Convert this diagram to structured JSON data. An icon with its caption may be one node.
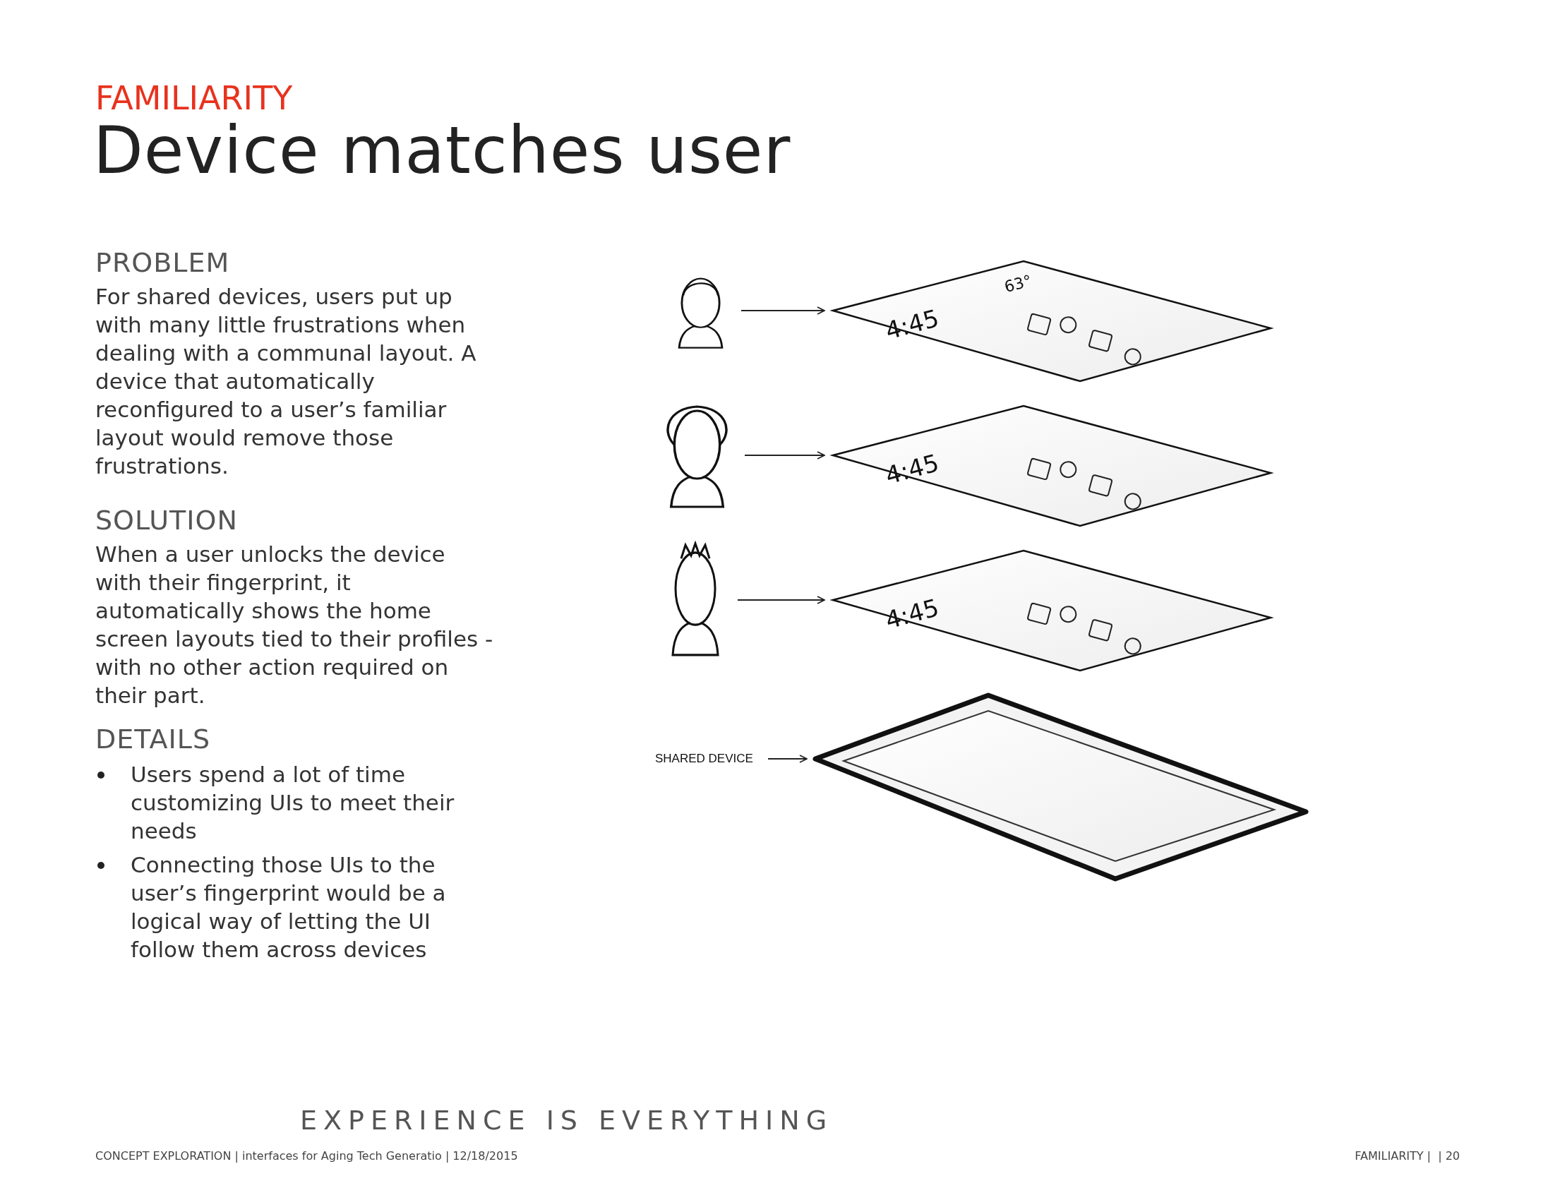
{
  "diagram": {
    "title": "Device matches user",
    "nodes": [
      {
        "text": [],
        "shape": "person"
      },
      {
        "text": [],
        "shape": "person"
      },
      {
        "text": [],
        "shape": "person"
      },
      {
        "text": [
          "4:45",
          "63°"
        ]
      },
      {
        "text": [
          "4:45"
        ]
      },
      {
        "text": [
          "4:45"
        ]
      },
      {
        "text": [
          "SHARED DEVICE"
        ]
      },
      {
        "text": [],
        "shape": "picture"
      }
    ],
    "edges": [
      {
        "from": 0,
        "to": 3,
        "arrow": "to"
      },
      {
        "from": 1,
        "to": 4,
        "arrow": "to"
      },
      {
        "from": 2,
        "to": 5,
        "arrow": "to"
      },
      {
        "from": 6,
        "to": 7,
        "arrow": "to"
      }
    ],
    "labels": [
      "FAMILIARITY",
      "PROBLEM",
      "For shared devices, users put up with many little frustrations when dealing with a communal layout. A device that automatically reconfigured to a user’s familiar layout would remove those frustrations.",
      "SOLUTION",
      "When a user unlocks the device with their fingerprint, it automatically shows the home screen layouts tied to their profiles - with no other action required on their part.",
      "DETAILS",
      "Users spend a lot of time customizing UIs to meet their needs",
      "Connecting those UIs to the user’s fingerprint would be a logical way of letting the UI follow them across devices",
      "EXPERIENCE IS EVERYTHING",
      "CONCEPT EXPLORATION | interfaces for Aging Tech Generatio | 12/18/2015",
      "FAMILIARITY |  | 20"
    ]
  }
}
